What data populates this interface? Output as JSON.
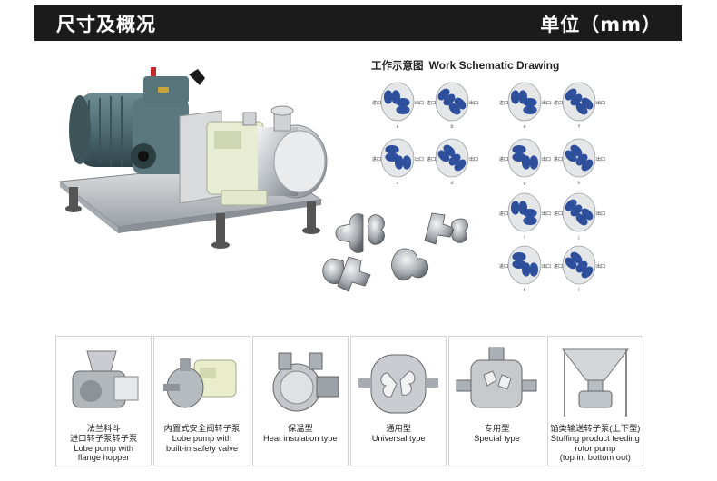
{
  "header": {
    "title": "尺寸及概况",
    "unit": "单位（mm）"
  },
  "schematic": {
    "title_cn": "工作示意图",
    "title_en": "Work Schematic Drawing",
    "inlet_label": "进口",
    "outlet_label": "出口",
    "step_labels": [
      "a",
      "b",
      "c",
      "d",
      "e",
      "f",
      "g",
      "h",
      "i",
      "j",
      "k",
      "l"
    ]
  },
  "products": [
    {
      "lines": [
        "法兰料斗",
        "进口转子泵转子泵",
        "Lobe pump with",
        "flange hopper"
      ]
    },
    {
      "lines": [
        "内置式安全阀转子泵",
        "Lobe pump with",
        "built-in safety valve"
      ]
    },
    {
      "lines": [
        "保温型",
        "Heat insulation type"
      ]
    },
    {
      "lines": [
        "通用型",
        "Universal type"
      ]
    },
    {
      "lines": [
        "专用型",
        "Special type"
      ]
    },
    {
      "lines": [
        "馅类输送转子泵(上下型)",
        "Stuffing product feeding",
        "rotor pump",
        "(top in, bottom out)"
      ]
    }
  ],
  "colors": {
    "header_bg": "#1b1b1b",
    "lobe_blue": "#2d4f9c",
    "motor_teal": "#4e6c72",
    "stainless": "#c4c8cc"
  }
}
